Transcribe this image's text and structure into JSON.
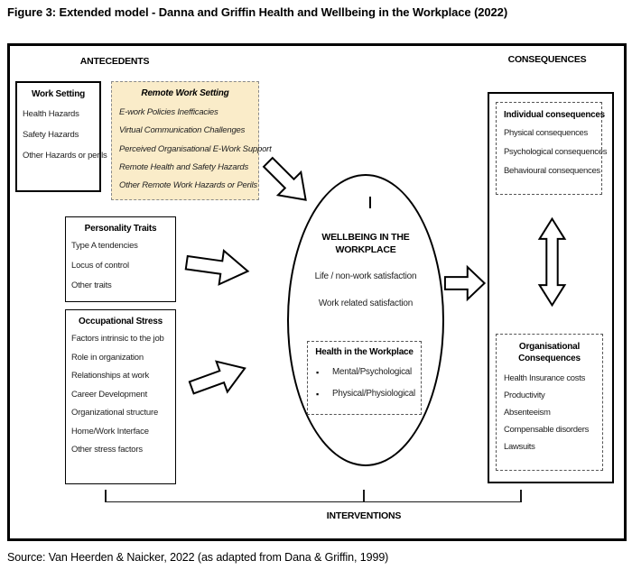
{
  "figure": {
    "title": "Figure 3: Extended model - Danna and Griffin Health and Wellbeing in the Workplace (2022)",
    "source": "Source: Van Heerden & Naicker, 2022 (as adapted from Dana & Griffin, 1999)"
  },
  "headers": {
    "antecedents": "ANTECEDENTS",
    "consequences": "CONSEQUENCES",
    "interventions": "INTERVENTIONS"
  },
  "antecedent_boxes": {
    "work_setting": {
      "title": "Work Setting",
      "items": [
        "Health Hazards",
        "Safety Hazards",
        "Other Hazards or perils"
      ]
    },
    "remote_work_setting": {
      "title": "Remote Work Setting",
      "items": [
        "E-work Policies Inefficacies",
        "Virtual Communication Challenges",
        "Perceived Organisational E-Work Support",
        "Remote Health and Safety Hazards",
        "Other Remote Work Hazards or Perils"
      ]
    },
    "personality_traits": {
      "title": "Personality Traits",
      "items": [
        "Type A tendencies",
        "Locus of control",
        "Other traits"
      ]
    },
    "occupational_stress": {
      "title": "Occupational Stress",
      "items": [
        "Factors intrinsic to the job",
        "Role in organization",
        "Relationships at work",
        "Career Development",
        "Organizational structure",
        "Home/Work Interface",
        "Other stress factors"
      ]
    }
  },
  "wellbeing_ellipse": {
    "title": "WELLBEING IN THE WORKPLACE",
    "items": [
      "Life / non-work satisfaction",
      "Work related satisfaction"
    ],
    "health_box": {
      "title": "Health in the Workplace",
      "items": [
        "Mental/Psychological",
        "Physical/Physiological"
      ]
    }
  },
  "consequence_boxes": {
    "individual": {
      "title": "Individual consequences",
      "items": [
        "Physical consequences",
        "Psychological consequences",
        "Behavioural consequences"
      ]
    },
    "organisational": {
      "title": "Organisational Consequences",
      "items": [
        "Health Insurance costs",
        "Productivity",
        "Absenteeism",
        "Compensable disorders",
        "Lawsuits"
      ]
    }
  },
  "connectors": [
    "remote-work-to-wellbeing-arrow",
    "personality-to-wellbeing-arrow",
    "occupational-stress-to-wellbeing-arrow",
    "wellbeing-to-consequences-arrow",
    "individual-organisational-double-arrow",
    "interventions-bracket"
  ],
  "colors": {
    "remote_box_bg": "#faecc9",
    "line": "#000000",
    "background": "#ffffff"
  }
}
